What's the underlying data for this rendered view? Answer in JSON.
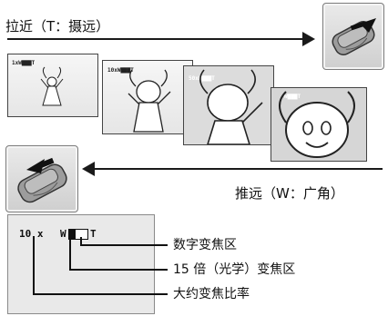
{
  "top_heading": "拉近（T：摄远）",
  "bottom_heading": "推远（W：广角）",
  "frames": [
    {
      "indicator": "1xW▇▇▇T"
    },
    {
      "indicator": "10xW▇▇▇T"
    },
    {
      "indicator": "50xW▇▇▇T"
    },
    {
      "indicator": "W▇▇▇T"
    }
  ],
  "detail": {
    "zoom_value": "10 x",
    "w_label": "W",
    "t_label": "T"
  },
  "callouts": {
    "digital": "数字变焦区",
    "optical": "15 倍（光学）变焦区",
    "approx": "大约变焦比率"
  },
  "colors": {
    "switch_gray": "#cfcfcf",
    "panel_gray": "#e9e9e9"
  }
}
